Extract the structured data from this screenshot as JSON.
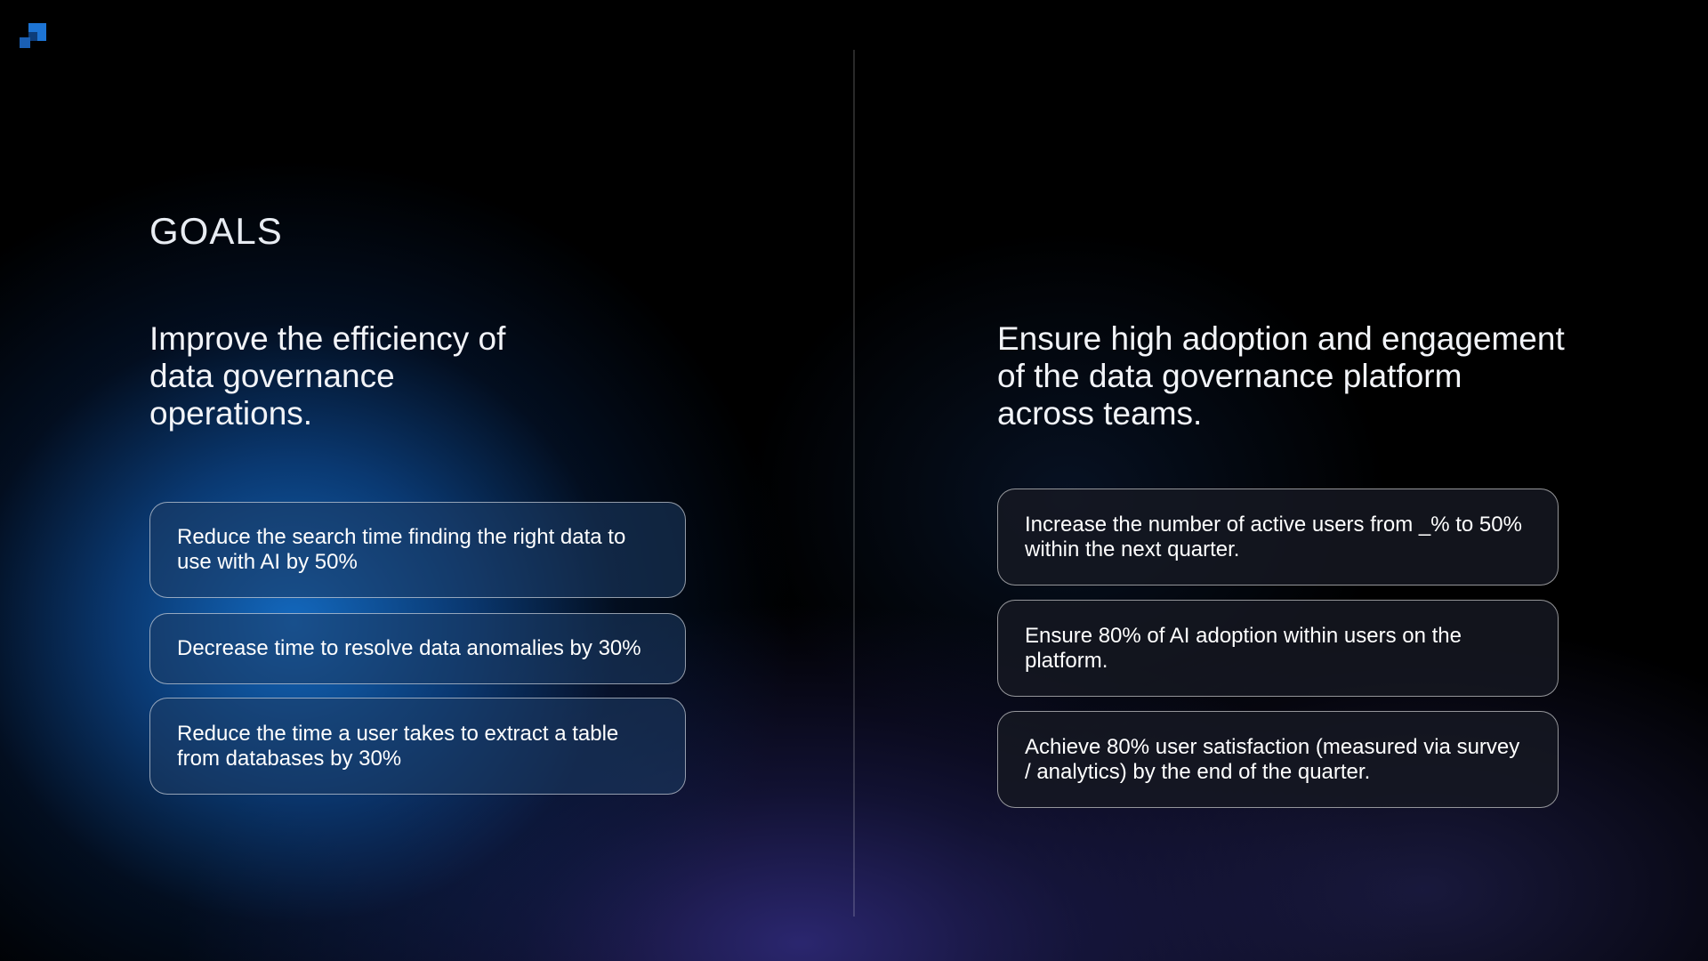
{
  "slide": {
    "logo_icon": "brand-logo-icon",
    "title": "GOALS"
  },
  "goals": [
    {
      "heading": "Improve the efficiency of data governance operations.",
      "items": [
        "Reduce the search time finding the right data to use with AI by 50%",
        "Decrease time to resolve data anomalies by 30%",
        "Reduce the time a user takes to extract a table from databases by 30%"
      ]
    },
    {
      "heading": "Ensure high adoption and engagement of the data governance platform across teams.",
      "items": [
        "Increase the number of active users from _% to 50% within the next quarter.",
        "Ensure 80% of AI adoption within users on the platform.",
        "Achieve 80% user satisfaction (measured via survey / analytics) by the end of the quarter."
      ]
    }
  ],
  "colors": {
    "accent": "#1d74d4",
    "background": "#000000",
    "text": "#ffffff"
  }
}
